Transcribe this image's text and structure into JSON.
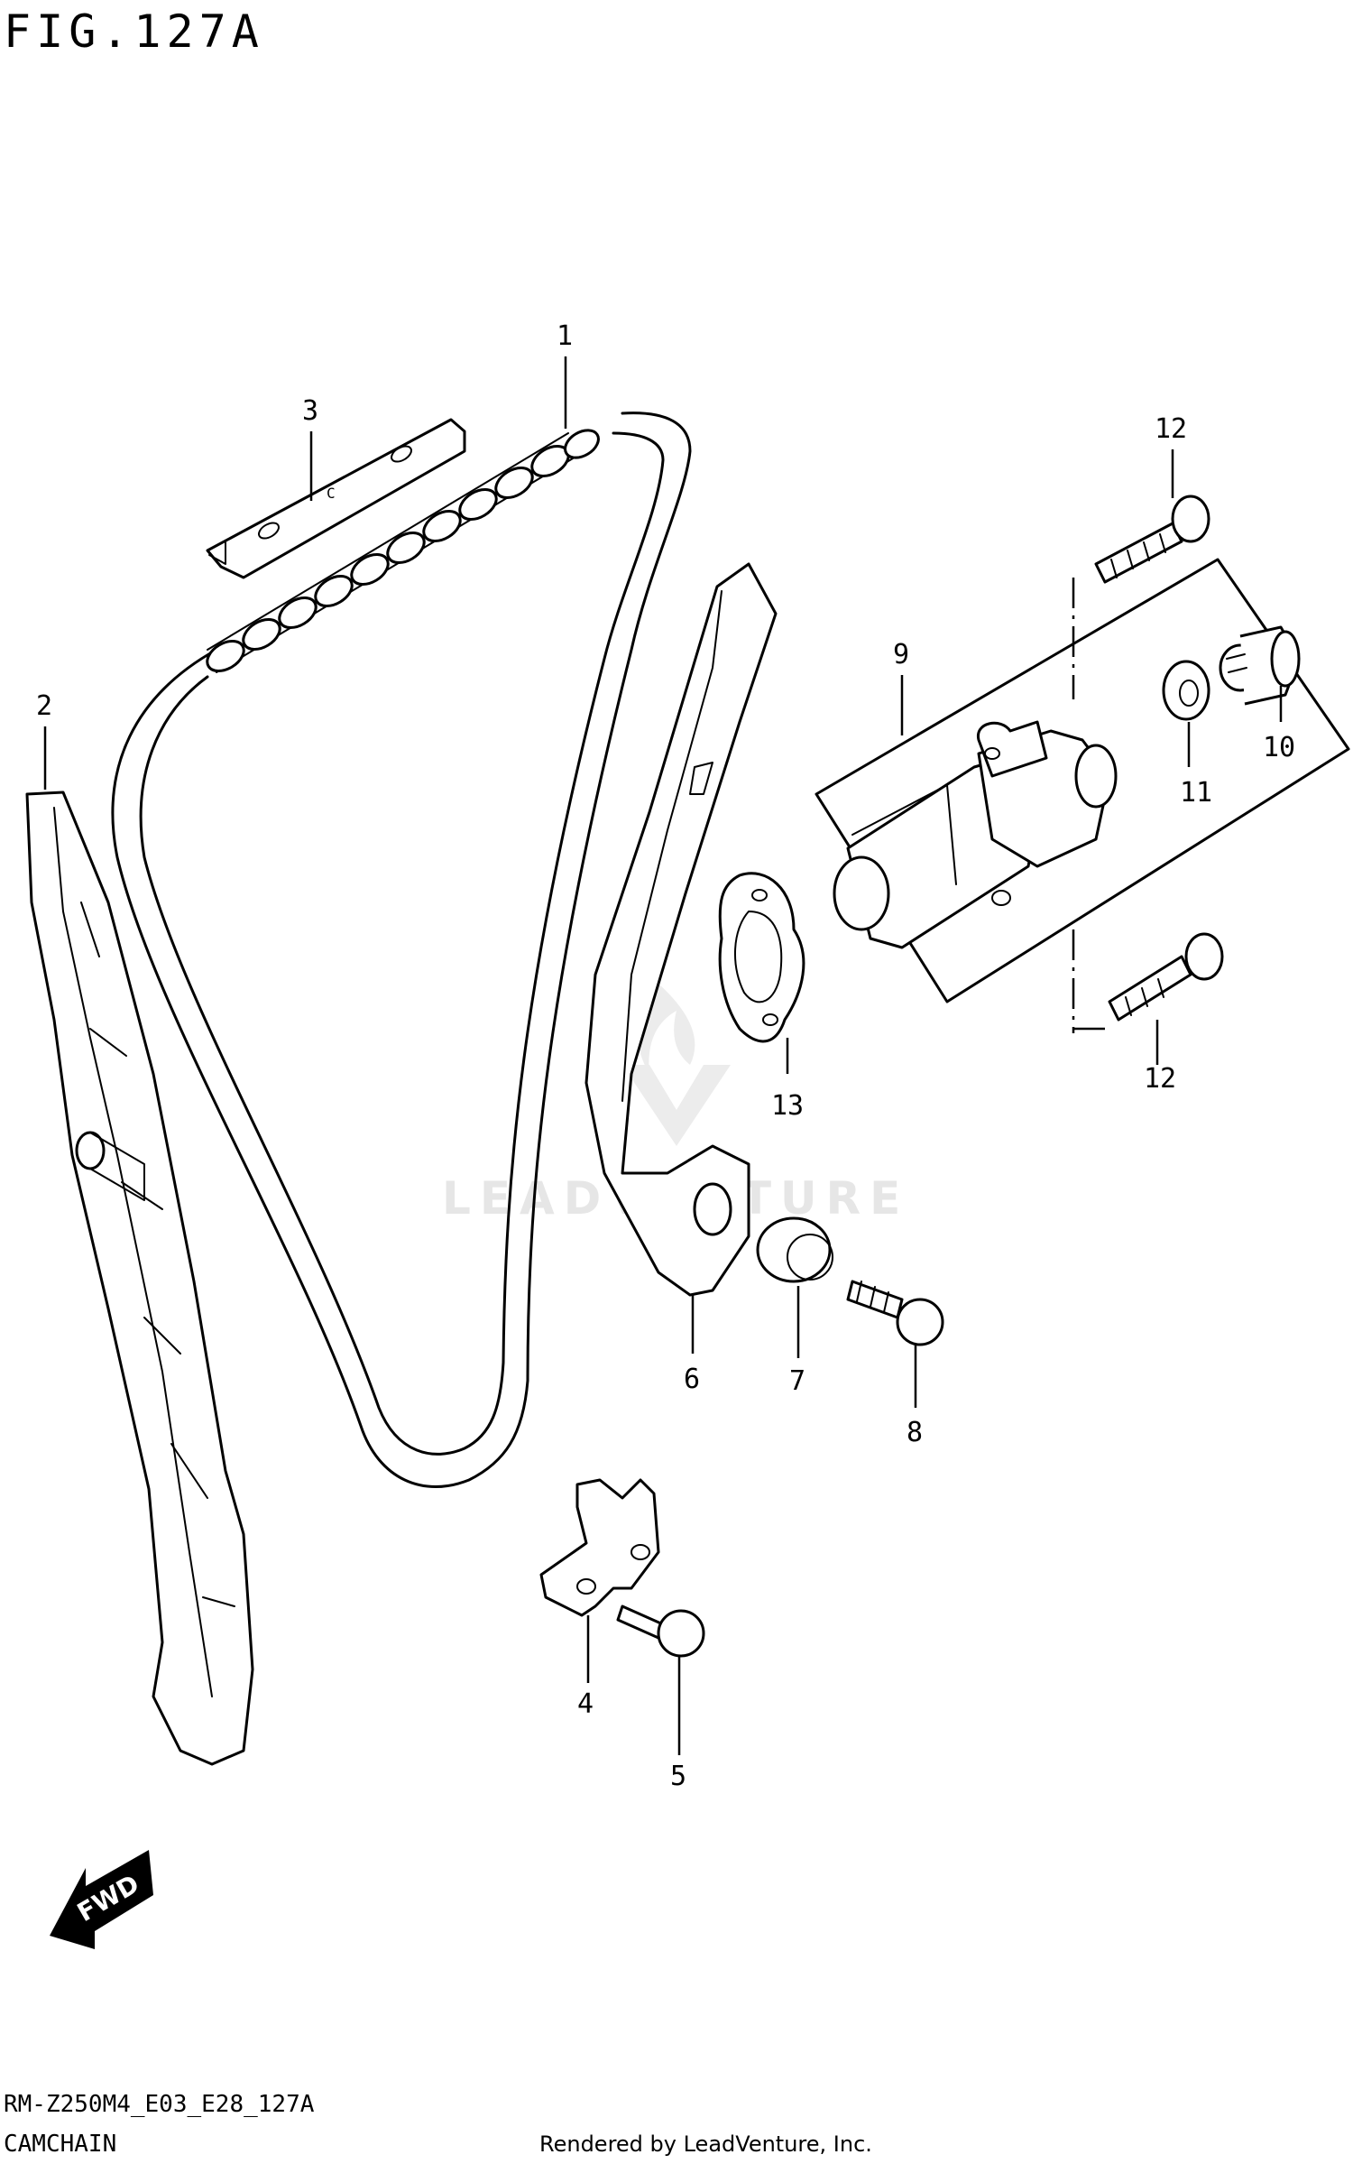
{
  "figure": {
    "title": "FIG.127A"
  },
  "parts": [
    {
      "ref": "1"
    },
    {
      "ref": "2"
    },
    {
      "ref": "3"
    },
    {
      "ref": "4"
    },
    {
      "ref": "5"
    },
    {
      "ref": "6"
    },
    {
      "ref": "7"
    },
    {
      "ref": "8"
    },
    {
      "ref": "9"
    },
    {
      "ref": "10"
    },
    {
      "ref": "11"
    },
    {
      "ref": "12"
    },
    {
      "ref": "12"
    },
    {
      "ref": "13"
    }
  ],
  "direction_badge": "FWD",
  "watermark": "LEADVENTURE",
  "footer": {
    "model_code": "RM-Z250M4_E03_E28_127A",
    "section_name": "CAMCHAIN",
    "rendered_by": "Rendered by LeadVenture, Inc."
  },
  "colors": {
    "line": "#000000",
    "background": "#ffffff",
    "watermark": "#e6e6e6"
  },
  "icons": {
    "direction_arrow": "fwd-arrow-icon",
    "watermark_logo": "leadventure-logo-icon"
  }
}
